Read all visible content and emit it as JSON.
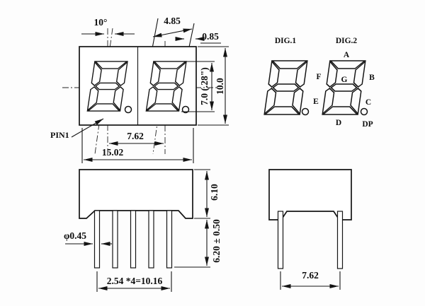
{
  "front_view": {
    "angle": "10°",
    "digit_width": "4.85",
    "edge_offset": "0.85",
    "digit_height": "7.0 (.28\")",
    "body_height": "10.0",
    "pin1": "PIN1",
    "digit_pitch": "7.62",
    "body_width": "15.02"
  },
  "segment_diagram": {
    "dig1": "DIG.1",
    "dig2": "DIG.2",
    "seg_a": "A",
    "seg_b": "B",
    "seg_c": "C",
    "seg_d": "D",
    "seg_e": "E",
    "seg_f": "F",
    "seg_g": "G",
    "seg_dp": "DP"
  },
  "side_view": {
    "body_height": "6.10",
    "pin_length": "6.20 ± 0.50",
    "pin_diameter": "φ0.45",
    "pin_pitch": "2.54 *4=10.16"
  },
  "end_view": {
    "row_spacing": "7.62"
  }
}
